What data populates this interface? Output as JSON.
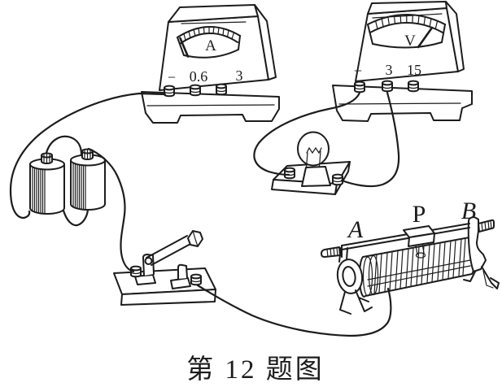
{
  "figure": {
    "caption": "第 12 题图"
  },
  "ammeter": {
    "dial_letter": "A",
    "terminals": [
      "−",
      "0.6",
      "3"
    ]
  },
  "voltmeter": {
    "dial_letter": "V",
    "terminals": [
      "−",
      "3",
      "15"
    ]
  },
  "rheostat": {
    "end_label_left": "A",
    "slider_label": "P",
    "end_label_right": "B"
  },
  "colors": {
    "ink": "#1c1c1c",
    "paper": "#ffffff"
  }
}
